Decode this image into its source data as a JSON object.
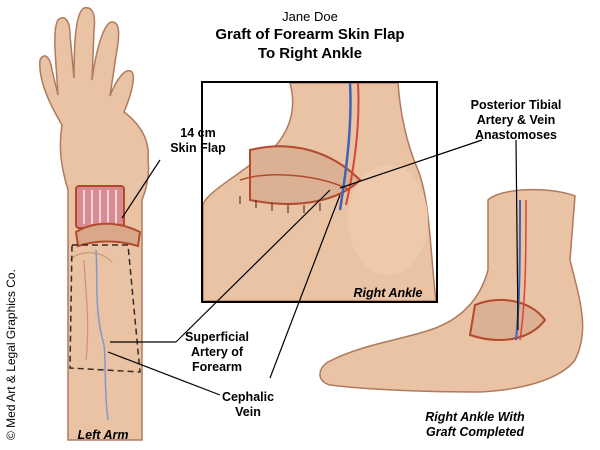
{
  "header": {
    "patient_name": "Jane Doe",
    "title_line1": "Graft of Forearm Skin Flap",
    "title_line2": "To Right Ankle"
  },
  "labels": {
    "skin_flap_line1": "14 cm",
    "skin_flap_line2": "Skin Flap",
    "tibial_line1": "Posterior Tibial",
    "tibial_line2": "Artery & Vein",
    "tibial_line3": "Anastomoses",
    "superficial_line1": "Superficial",
    "superficial_line2": "Artery of",
    "superficial_line3": "Forearm",
    "cephalic_line1": "Cephalic",
    "cephalic_line2": "Vein"
  },
  "captions": {
    "left_arm": "Left Arm",
    "right_ankle": "Right Ankle",
    "completed_line1": "Right Ankle With",
    "completed_line2": "Graft Completed"
  },
  "copyright": "© Med Art & Legal Graphics Co.",
  "colors": {
    "skin": "#e9c3a4",
    "skin_shadow": "#c98f6f",
    "artery": "#d6453b",
    "vein": "#3f63b5",
    "suture": "#5a1f1f",
    "inset_border": "#000000"
  }
}
